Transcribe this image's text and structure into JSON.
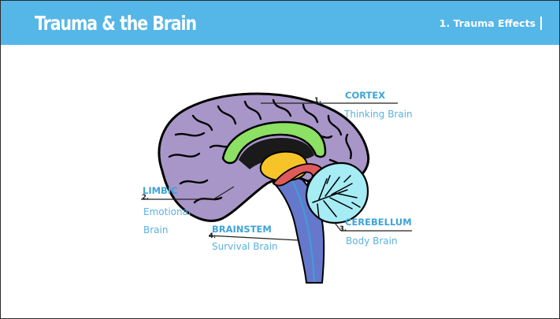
{
  "header": {
    "title": "Trauma & the Brain",
    "section": "1. Trauma Effects"
  },
  "regions": [
    {
      "number": "1.",
      "name": "CORTEX",
      "description": "Thinking Brain"
    },
    {
      "number": "2.",
      "name": "LIMBIC",
      "description": "Emotional",
      "description_line2": "Brain"
    },
    {
      "number": "3.",
      "name": "CEREBELLUM",
      "description": "Body Brain"
    },
    {
      "number": "4.",
      "name": "BRAINSTEM",
      "description": "Survival Brain"
    }
  ],
  "colors": {
    "header_bar": "#55b6e8",
    "label_text": "#3fa3d8",
    "cortex": "#a996c8",
    "brainstem": "#6578cc",
    "cerebellum": "#a6ecf4",
    "corpus_callosum": "#8ce064",
    "thalamus": "#f6c428",
    "hippocampus": "#e05a5a"
  }
}
